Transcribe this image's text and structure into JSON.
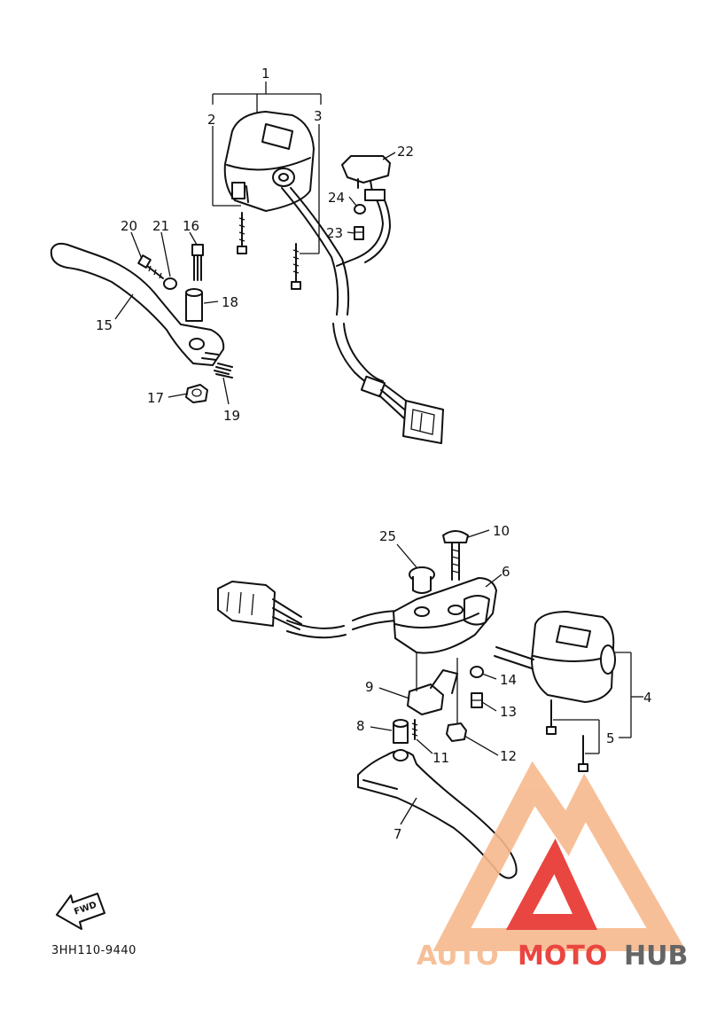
{
  "diagram": {
    "part_code": "3HH110-9440",
    "fwd_label": "FWD",
    "callouts": [
      "1",
      "2",
      "3",
      "4",
      "5",
      "6",
      "7",
      "8",
      "9",
      "10",
      "11",
      "12",
      "13",
      "14",
      "15",
      "16",
      "17",
      "18",
      "19",
      "20",
      "21",
      "22",
      "23",
      "24",
      "25"
    ]
  },
  "watermark": {
    "brand_part1": "AUTO",
    "brand_part2": "MOTO",
    "brand_part3": "HUB",
    "color_light": "#f7b98d",
    "color_red": "#e8322d",
    "color_dark": "#555555"
  }
}
